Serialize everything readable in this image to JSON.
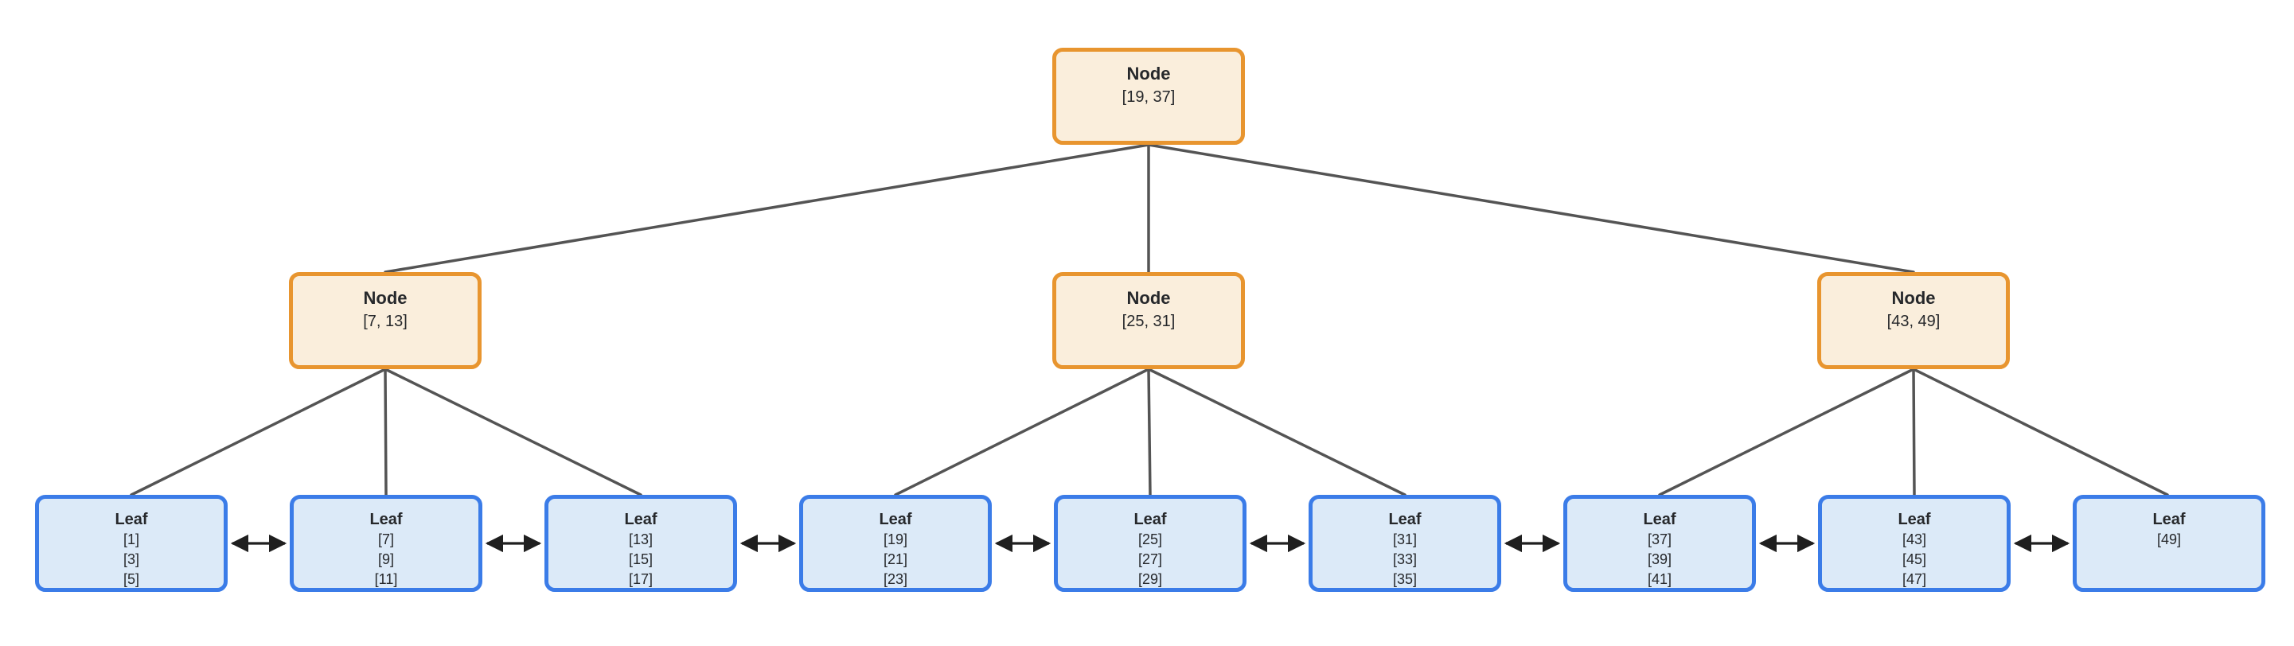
{
  "diagram": {
    "kind": "b-plus-tree",
    "colors": {
      "bg": "#FFFFFF",
      "edge": "#545454",
      "arrow": "#1F1F1F",
      "node_border": "#E8952F",
      "node_fill": "#FAEEDC",
      "leaf_border": "#3B7CE8",
      "leaf_fill": "#DCEAF8"
    },
    "root": {
      "label": "Node",
      "keys_text": "[19, 37]"
    },
    "internal_nodes": [
      {
        "label": "Node",
        "keys_text": "[7, 13]"
      },
      {
        "label": "Node",
        "keys_text": "[25, 31]"
      },
      {
        "label": "Node",
        "keys_text": "[43, 49]"
      }
    ],
    "leaves": [
      {
        "label": "Leaf",
        "keys": [
          "[1]",
          "[3]",
          "[5]"
        ]
      },
      {
        "label": "Leaf",
        "keys": [
          "[7]",
          "[9]",
          "[11]"
        ]
      },
      {
        "label": "Leaf",
        "keys": [
          "[13]",
          "[15]",
          "[17]"
        ]
      },
      {
        "label": "Leaf",
        "keys": [
          "[19]",
          "[21]",
          "[23]"
        ]
      },
      {
        "label": "Leaf",
        "keys": [
          "[25]",
          "[27]",
          "[29]"
        ]
      },
      {
        "label": "Leaf",
        "keys": [
          "[31]",
          "[33]",
          "[35]"
        ]
      },
      {
        "label": "Leaf",
        "keys": [
          "[37]",
          "[39]",
          "[41]"
        ]
      },
      {
        "label": "Leaf",
        "keys": [
          "[43]",
          "[45]",
          "[47]"
        ]
      },
      {
        "label": "Leaf",
        "keys": [
          "[49]"
        ]
      }
    ],
    "structure": {
      "root_children": [
        "internal-0",
        "internal-1",
        "internal-2"
      ],
      "internal_children": {
        "internal-0": [
          "leaf-0",
          "leaf-1",
          "leaf-2"
        ],
        "internal-1": [
          "leaf-3",
          "leaf-4",
          "leaf-5"
        ],
        "internal-2": [
          "leaf-6",
          "leaf-7",
          "leaf-8"
        ]
      },
      "leaf_links": "bidirectional-arrows-between-adjacent-leaves"
    }
  }
}
